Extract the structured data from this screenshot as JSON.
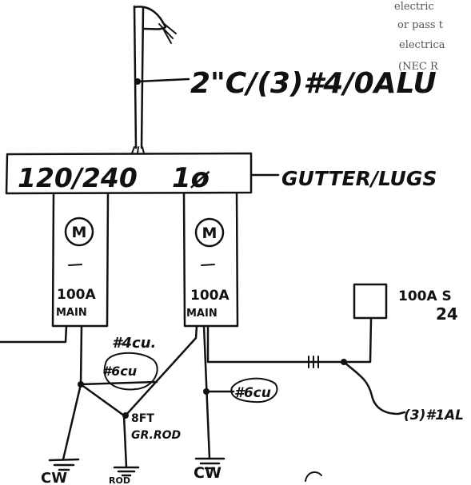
{
  "printed_text": {
    "line1": "electric",
    "line2": "or pass t",
    "line3": "electrica",
    "line4": "(NEC R"
  },
  "labels": {
    "service_conductor": "2\"C/(3)#4/0ALU",
    "panel_voltage": "120/240",
    "panel_phase": "1ø",
    "gutter": "GUTTER/LUGS",
    "meter_left": "M",
    "meter_right": "M",
    "main_left_amps": "100A",
    "main_left_word": "MAIN",
    "main_right_amps": "100A",
    "main_right_word": "MAIN",
    "bond_cu_top": "#4cu.",
    "bond_cu_mid": "#6cu",
    "ground_rod_size": "8FT",
    "ground_rod_word": "GR.ROD",
    "bond_cu_right": "#6cu",
    "subpanel_line1": "100A S",
    "subpanel_line2": "24",
    "feeder": "(3)#1AL",
    "ground_left": "CW",
    "ground_mid": "ROD",
    "ground_right": "CW"
  }
}
